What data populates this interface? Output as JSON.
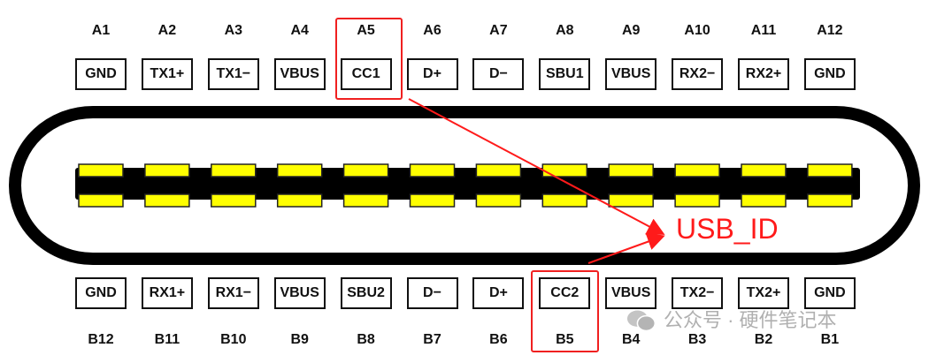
{
  "top_row": [
    {
      "id": "A1",
      "signal": "GND"
    },
    {
      "id": "A2",
      "signal": "TX1+"
    },
    {
      "id": "A3",
      "signal": "TX1−"
    },
    {
      "id": "A4",
      "signal": "VBUS"
    },
    {
      "id": "A5",
      "signal": "CC1"
    },
    {
      "id": "A6",
      "signal": "D+"
    },
    {
      "id": "A7",
      "signal": "D−"
    },
    {
      "id": "A8",
      "signal": "SBU1"
    },
    {
      "id": "A9",
      "signal": "VBUS"
    },
    {
      "id": "A10",
      "signal": "RX2−"
    },
    {
      "id": "A11",
      "signal": "RX2+"
    },
    {
      "id": "A12",
      "signal": "GND"
    }
  ],
  "bottom_row": [
    {
      "id": "B12",
      "signal": "GND"
    },
    {
      "id": "B11",
      "signal": "RX1+"
    },
    {
      "id": "B10",
      "signal": "RX1−"
    },
    {
      "id": "B9",
      "signal": "VBUS"
    },
    {
      "id": "B8",
      "signal": "SBU2"
    },
    {
      "id": "B7",
      "signal": "D−"
    },
    {
      "id": "B6",
      "signal": "D+"
    },
    {
      "id": "B5",
      "signal": "CC2"
    },
    {
      "id": "B4",
      "signal": "VBUS"
    },
    {
      "id": "B3",
      "signal": "TX2−"
    },
    {
      "id": "B2",
      "signal": "TX2+"
    },
    {
      "id": "B1",
      "signal": "GND"
    }
  ],
  "annotation": {
    "label": "USB_ID",
    "highlighted": [
      "A5",
      "B5"
    ],
    "color": "#ff1a1a"
  },
  "watermark": {
    "text": "公众号 · 硬件笔记本",
    "icon": "wechat-icon"
  },
  "colors": {
    "pin_yellow": "#ffff00",
    "outline": "#000000"
  }
}
